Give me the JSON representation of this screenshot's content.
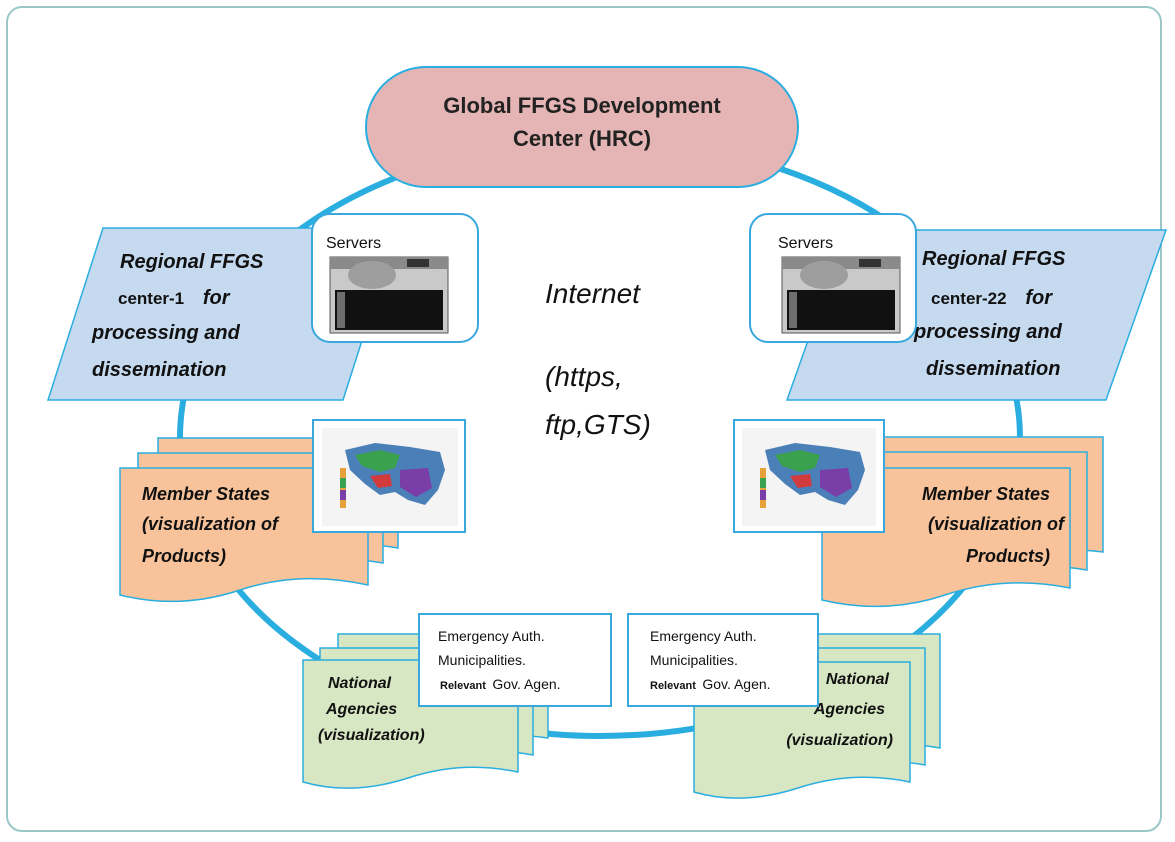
{
  "hub": {
    "title_line1": "Global FFGS Development",
    "title_line2": "Center (HRC)"
  },
  "internet": {
    "line1": "Internet",
    "line2": "(https,",
    "line3": "ftp,GTS)"
  },
  "regional_left": {
    "line1": "Regional FFGS",
    "line2_normal": "center-1",
    "line2_italic": "for",
    "line3": "processing and",
    "line4": "dissemination"
  },
  "regional_right": {
    "line1": "Regional FFGS",
    "line2_normal": "center-22",
    "line2_italic": "for",
    "line3": "processing and",
    "line4": "dissemination"
  },
  "servers": {
    "label": "Servers"
  },
  "member_states": {
    "line1": "Member States",
    "line2": "(visualization of",
    "line3": "Products)"
  },
  "national_agencies": {
    "line1": "National",
    "line2": "Agencies",
    "line3": "(visualization)"
  },
  "authorities": {
    "line1": "Emergency  Auth.",
    "line2": "Municipalities.",
    "line3_bold": "Relevant",
    "line3_rest": "Gov. Agen."
  },
  "colors": {
    "ring": "#2aaee0",
    "hub_fill": "#e5b5b5",
    "regional_fill": "#c5d9ef",
    "member_fill": "#f8c39a",
    "national_fill": "#d7e6c3",
    "box_border": "#3aa8dc"
  },
  "icons": [
    "server-icon",
    "map-product-icon"
  ]
}
